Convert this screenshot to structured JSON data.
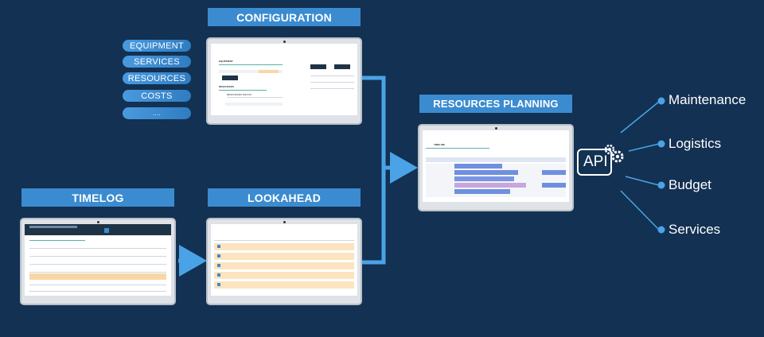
{
  "banners": {
    "configuration": "CONFIGURATION",
    "timelog": "TIMELOG",
    "lookahead": "LOOKAHEAD",
    "resources_planning": "RESOURCES PLANNING"
  },
  "pills": [
    "EQUIPMENT",
    "SERVICES",
    "RESOURCES",
    "COSTS",
    "...."
  ],
  "api": {
    "label": "API",
    "icon": "gears-icon"
  },
  "outputs": [
    "Maintenance",
    "Logistics",
    "Budget",
    "Services"
  ],
  "screens": {
    "configuration": {
      "equipment_heading": "EQUIPMENT",
      "resources_heading": "RESOURCES",
      "resources_group": "RESOURCES GROUP"
    },
    "resources_planning": {
      "heading": "TIMELINE"
    }
  },
  "colors": {
    "background": "#133152",
    "accent": "#3b8bd0",
    "arrow": "#4aa3e6"
  }
}
